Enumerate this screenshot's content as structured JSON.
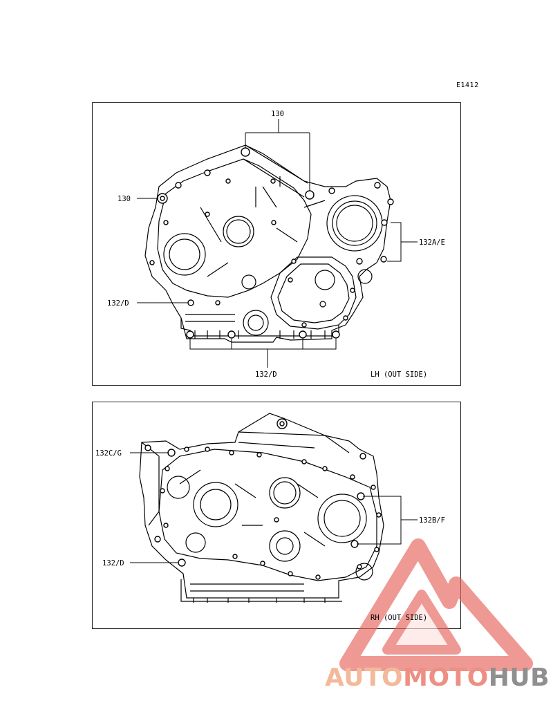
{
  "diagram_code": "E1412",
  "top_panel": {
    "view_label": "LH (OUT SIDE)",
    "callouts": {
      "top_130": "130",
      "left_130": "130",
      "right_132AE": "132A/E",
      "left_132D": "132/D",
      "bottom_132D": "132/D"
    }
  },
  "bottom_panel": {
    "view_label": "RH (OUT SIDE)",
    "callouts": {
      "left_132CG": "132C/G",
      "left_132D": "132/D",
      "right_132BF": "132B/F"
    }
  },
  "watermark": {
    "part1": "AUTO",
    "part2": "MOTO",
    "part3": "HUB"
  },
  "colors": {
    "line": "#000000",
    "watermark_red": "#e8645c",
    "watermark_orange": "#f3b99a",
    "watermark_grey": "#8f8f8f"
  }
}
